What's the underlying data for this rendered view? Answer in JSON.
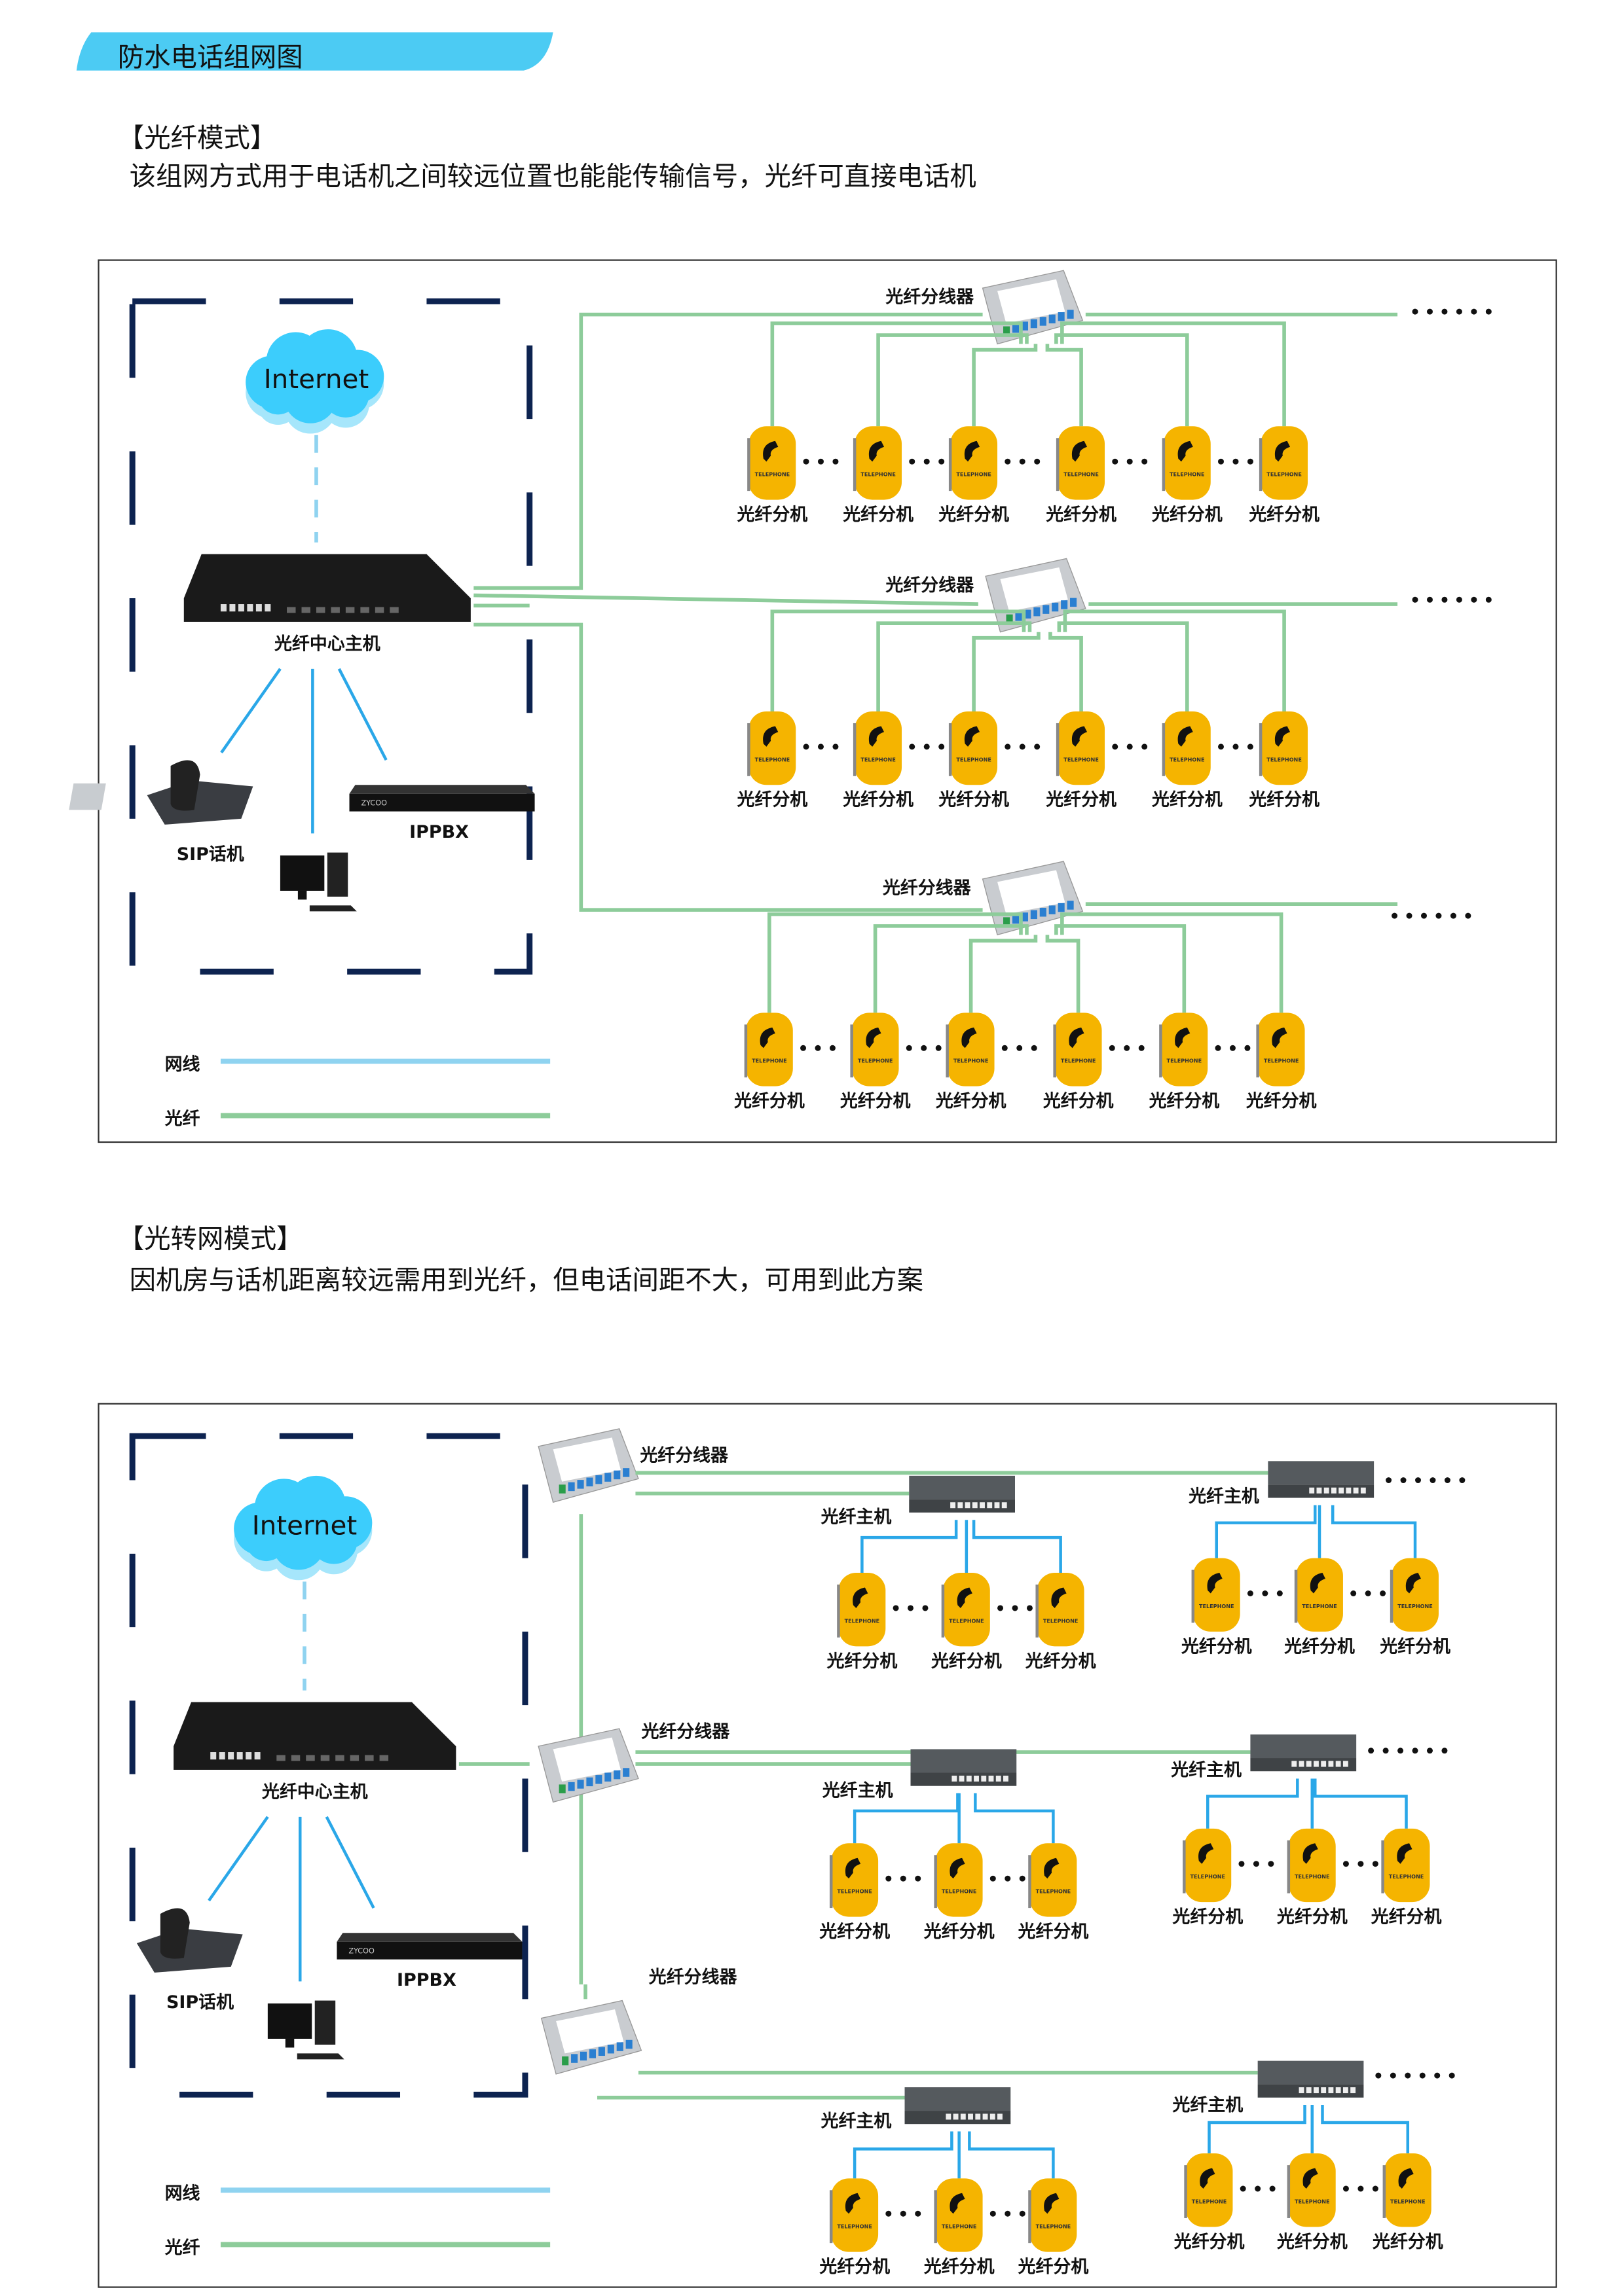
{
  "title": "防水电话组网图",
  "section1": {
    "heading": "【光纤模式】",
    "description": "该组网方式用于电话机之间较远位置也能能传输信号，光纤可直接电话机"
  },
  "section2": {
    "heading": "【光转网模式】",
    "description": "因机房与话机距离较远需用到光纤，但电话间距不大，可用到此方案"
  },
  "labels": {
    "internet": "Internet",
    "center_host": "光纤中心主机",
    "sip_phone": "SIP话机",
    "ippbx": "IPPBX",
    "splitter": "光纤分线器",
    "extension": "光纤分机",
    "fiber_host": "光纤主机",
    "telephone": "TELEPHONE",
    "ippbx_brand": "ZYCOO",
    "ellipsis": "••••••",
    "legend_network": "网线",
    "legend_fiber": "光纤"
  },
  "colors": {
    "banner": "#4ccbf3",
    "fiber_line": "#8dcc9a",
    "network_line": "#8fd3f0",
    "phone_link": "#2aa7e8",
    "dashed_border": "#0d2350",
    "phone_body": "#f5b400",
    "cloud": "#3ccdfc"
  }
}
